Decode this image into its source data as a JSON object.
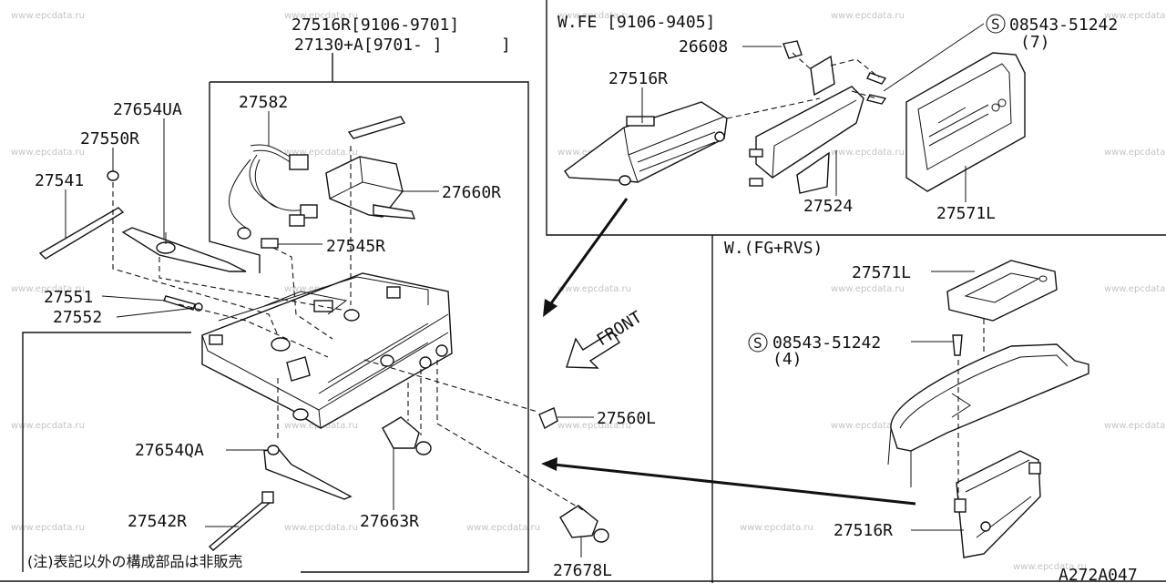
{
  "diagram": {
    "labels": {
      "p27516r_9106": "27516R[9106-9701]",
      "p27130a_9701": "27130+A[9701-     ]",
      "p27582": "27582",
      "p27654ua": "27654UA",
      "p27550r": "27550R",
      "p27541": "27541",
      "p27660r": "27660R",
      "p27545r": "27545R",
      "p27551": "27551",
      "p27552": "27552",
      "p27560l": "27560L",
      "p27654qa": "27654QA",
      "p27663r": "27663R",
      "p27542r": "27542R",
      "p27678l": "27678L",
      "front": "FRONT",
      "wfe_header": "W.FE  [9106-9405]",
      "p26608": "26608",
      "p27516r_top": "27516R",
      "p27524": "27524",
      "p27571l_top": "27571L",
      "screw_top": "08543-51242",
      "screw_top_qty": "(7)",
      "wfg_header": "W.(FG+RVS)",
      "p27571l_br": "27571L",
      "screw_br": "08543-51242",
      "screw_br_qty": "(4)",
      "p27516r_br": "27516R",
      "note": "(注)表記以外の構成部品は非販売",
      "diagram_code": "A272A047",
      "screw_symbol": "S"
    },
    "watermark": "www.epcdata.ru"
  }
}
